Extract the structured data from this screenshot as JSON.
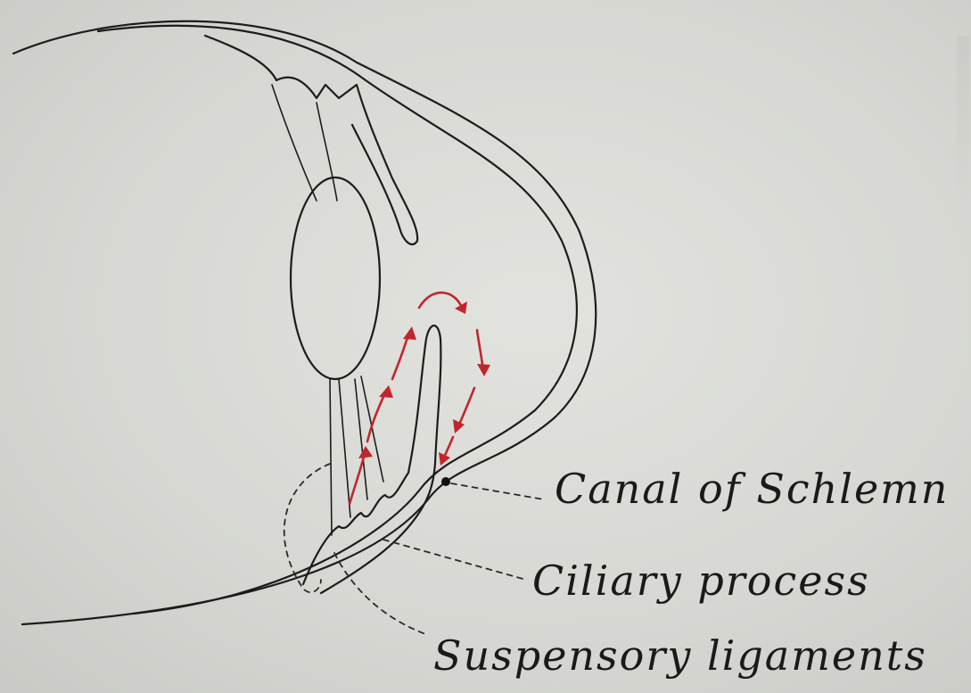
{
  "diagram": {
    "labels": {
      "canal": "Canal of Schlemn",
      "ciliary": "Ciliary process",
      "suspensory": "Suspensory ligaments"
    },
    "colors": {
      "ink": "#1c1c1c",
      "flow_arrows": "#c0262d",
      "paper": "#d7d8d3"
    }
  }
}
